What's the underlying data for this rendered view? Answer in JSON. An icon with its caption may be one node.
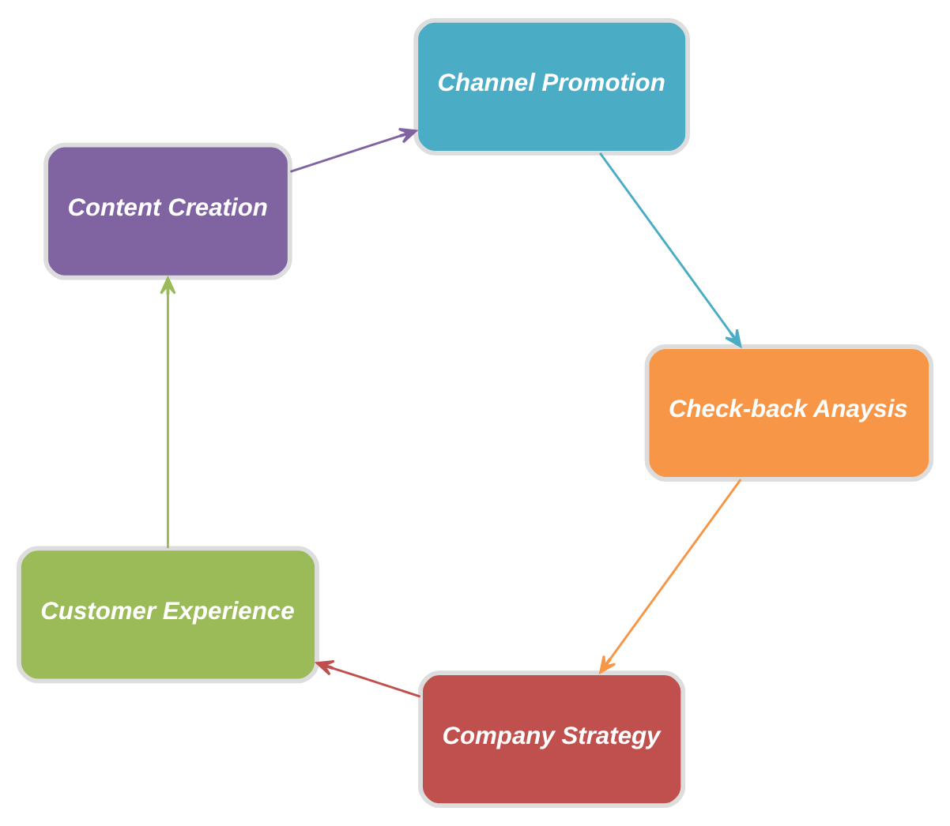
{
  "diagram": {
    "nodes": [
      {
        "text": [
          "Company Strategy"
        ]
      },
      {
        "text": [
          "Customer Experience"
        ]
      },
      {
        "text": [
          "Content Creation"
        ]
      },
      {
        "text": [
          "Channel Promotion"
        ]
      },
      {
        "text": [
          "Check-back Anaysis"
        ]
      }
    ],
    "edges": [
      {
        "from": 0,
        "to": 1,
        "arrow": "to",
        "color": "#c0504d"
      },
      {
        "from": 1,
        "to": 2,
        "arrow": "to",
        "color": "#9bbb59"
      },
      {
        "from": 2,
        "to": 3,
        "arrow": "to",
        "color": "#8064a2"
      },
      {
        "from": 3,
        "to": 4,
        "arrow": "to",
        "color": "#4bacc6"
      },
      {
        "from": 4,
        "to": 0,
        "arrow": "to",
        "color": "#f79646"
      }
    ]
  }
}
